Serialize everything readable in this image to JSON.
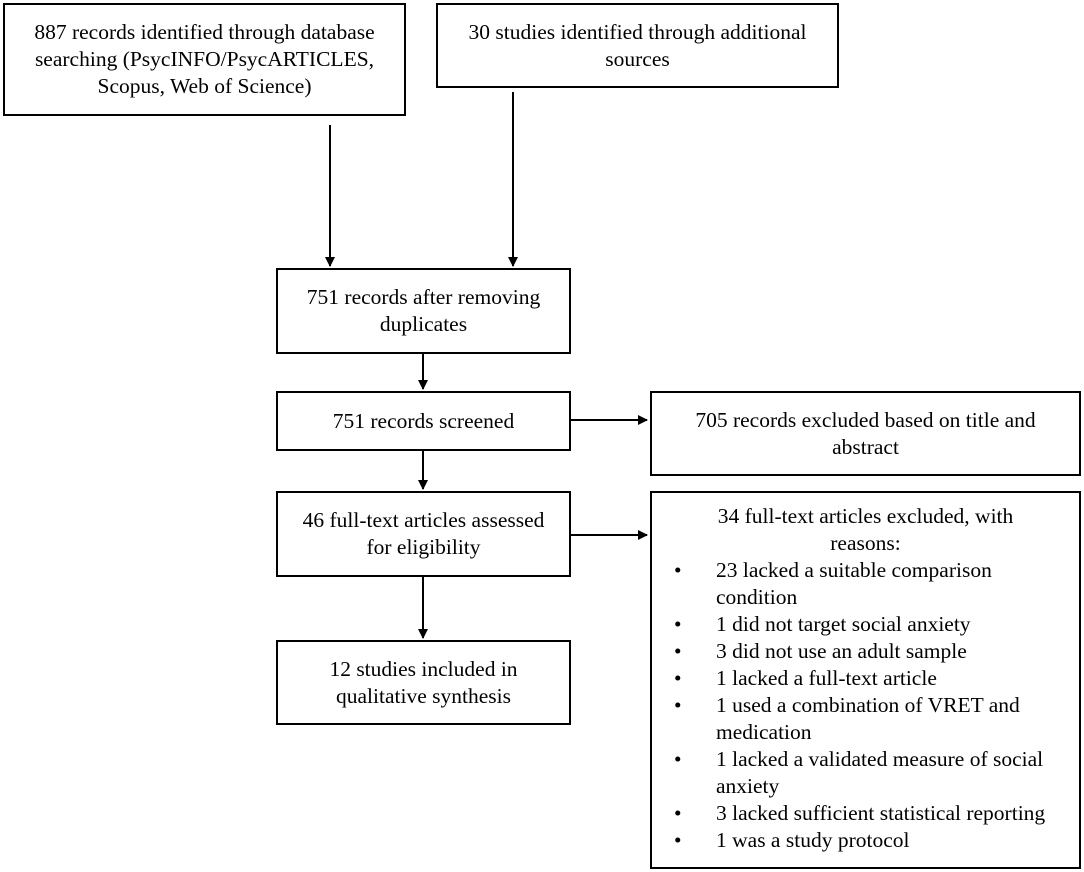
{
  "boxes": {
    "database_search": "887 records identified through database searching (PsycINFO/PsycARTICLES, Scopus, Web of Science)",
    "additional_sources": "30 studies identified through additional sources",
    "after_duplicates": "751 records after removing duplicates",
    "screened": "751 records screened",
    "excluded_title_abstract": "705 records excluded based on title and abstract",
    "full_text_assessed": "46 full-text articles assessed for eligibility",
    "included": "12 studies included in qualitative synthesis"
  },
  "full_text_excluded": {
    "heading": "34 full-text articles excluded, with reasons:",
    "bullet_symbol": "•",
    "reasons": [
      "23 lacked a suitable comparison condition",
      "1 did not target social anxiety",
      "3 did not use an adult sample",
      "1 lacked a full-text article",
      "1 used a combination of VRET and medication",
      "1 lacked a validated measure of social anxiety",
      "3 lacked sufficient statistical reporting",
      "1 was a study protocol"
    ]
  }
}
